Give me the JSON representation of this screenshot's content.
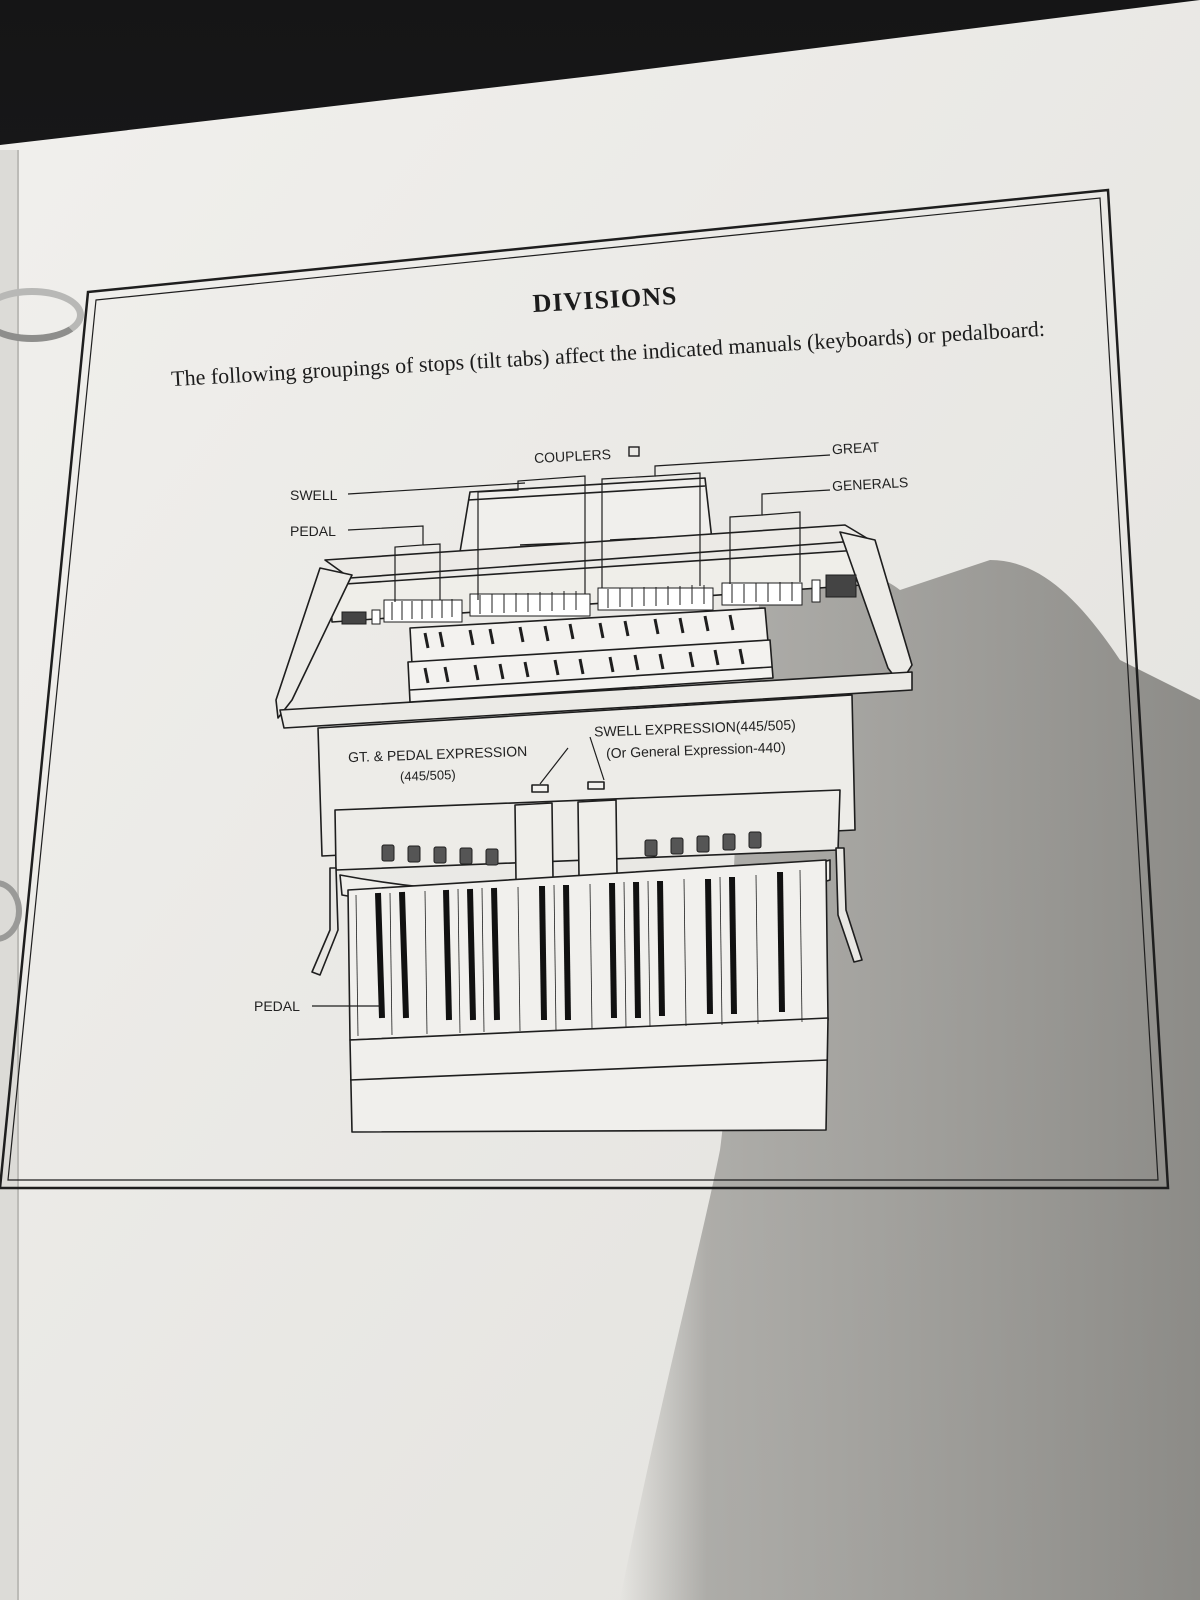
{
  "page": {
    "title": "DIVISIONS",
    "intro": "The following groupings of stops (tilt tabs) affect  the indicated manuals (keyboards) or pedalboard:"
  },
  "diagram": {
    "labels": {
      "couplers": "COUPLERS",
      "great": "GREAT",
      "generals": "GENERALS",
      "swell": "SWELL",
      "pedal_stops": "PEDAL",
      "gt_pedal_expression": "GT. & PEDAL EXPRESSION",
      "gt_pedal_models": "(445/505)",
      "swell_expression": "SWELL EXPRESSION(445/505)",
      "general_expression": "(Or General Expression-440)",
      "pedalboard": "PEDAL"
    }
  },
  "colors": {
    "paper": "#ecebe7",
    "ink": "#1c1c1c",
    "shadow": "#8d8c88"
  }
}
